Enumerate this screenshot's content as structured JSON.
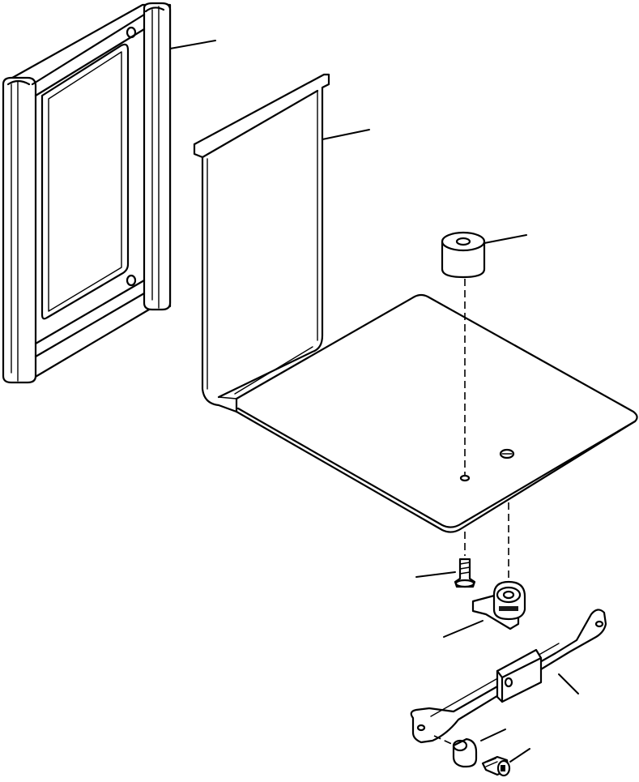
{
  "diagram": {
    "parts": [
      {
        "key": "channel-frame",
        "name": "channel-frame"
      },
      {
        "key": "battery-tray",
        "name": "battery-tray"
      },
      {
        "key": "rubber-cushion",
        "name": "rubber-cushion"
      },
      {
        "key": "flat-head-screw",
        "name": "flat-head-screw"
      },
      {
        "key": "quarter-turn-latch",
        "name": "quarter-turn-latch"
      },
      {
        "key": "locking-bar",
        "name": "locking-bar"
      },
      {
        "key": "spacer-collar",
        "name": "spacer-collar"
      },
      {
        "key": "cap-screw",
        "name": "cap-screw"
      }
    ]
  }
}
